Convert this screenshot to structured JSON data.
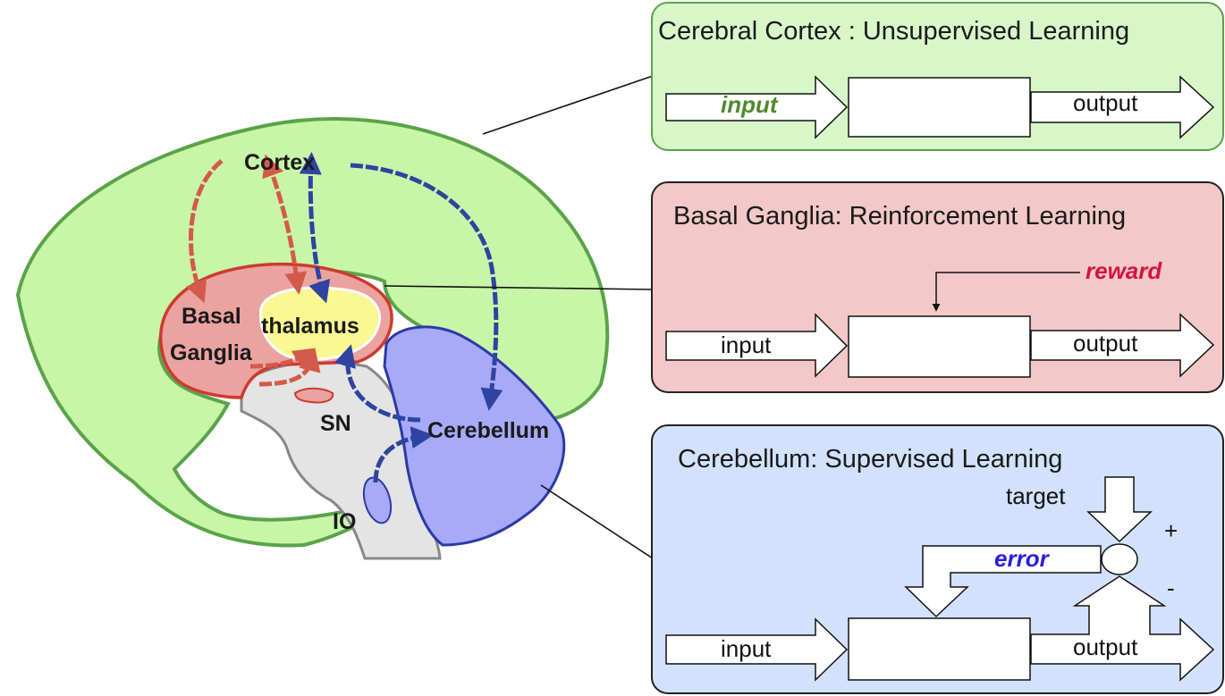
{
  "brain": {
    "labels": {
      "cortex": "Cortex",
      "basal_line1": "Basal",
      "basal_line2": "Ganglia",
      "thalamus": "thalamus",
      "sn": "SN",
      "cerebellum": "Cerebellum",
      "io": "IO"
    },
    "colors": {
      "cortex_fill": "#c8f5a8",
      "cortex_stroke": "#5aa34a",
      "basal_fill": "#eba3a0",
      "basal_stroke": "#cc3b2e",
      "thalamus_fill": "#fbf792",
      "cerebellum_fill": "#a7aaf8",
      "cerebellum_stroke": "#2b3aa6",
      "brainstem_fill": "#e4e4e4",
      "brainstem_stroke": "#888888",
      "red_arrow": "#d35a4a",
      "blue_arrow": "#2e44a0"
    }
  },
  "panels": {
    "cortex": {
      "title": "Cerebral Cortex : Unsupervised Learning",
      "input": "input",
      "output": "output",
      "fill": "#d8f7c8",
      "stroke": "#5aa34a",
      "input_color": "#4f8a2a"
    },
    "basal": {
      "title": "Basal Ganglia: Reinforcement Learning",
      "reward": "reward",
      "input": "input",
      "output": "output",
      "fill": "#f3c8c8",
      "stroke": "#222222",
      "reward_color": "#d3143c"
    },
    "cerebellum": {
      "title": "Cerebellum: Supervised Learning",
      "target": "target",
      "plus": "+",
      "minus": "-",
      "error": "error",
      "input": "input",
      "output": "output",
      "fill": "#d2e2fc",
      "stroke": "#222222",
      "error_color": "#2a1ee0"
    }
  }
}
